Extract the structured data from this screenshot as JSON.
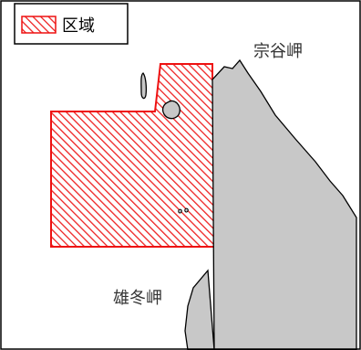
{
  "legend": {
    "label": "区域"
  },
  "labels": {
    "cape_north": "宗谷岬",
    "cape_south": "雄冬岬"
  },
  "colors": {
    "zone_stroke": "#ee1111",
    "zone_hatch": "#ee2222",
    "land_fill": "#c8c8c8",
    "coast_stroke": "#000000",
    "frame": "#000000",
    "background": "#ffffff"
  },
  "icons": {
    "legend_swatch": "hatched-red-swatch-icon",
    "islands": "island-icon"
  }
}
